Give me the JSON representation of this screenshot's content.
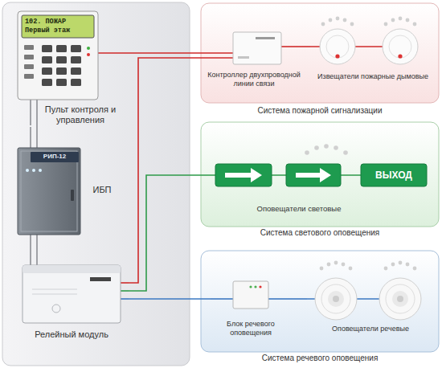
{
  "diagram": {
    "nodes": [
      {
        "text": [
          "Пульт контроля и управления"
        ]
      },
      {
        "text": [
          "РИП-12",
          "ИБП"
        ]
      },
      {
        "text": [
          "Релейный модуль"
        ]
      },
      {
        "text": [
          "Система пожарной сигнализации"
        ]
      },
      {
        "text": [
          "Контроллер двухпроводной линии связи"
        ],
        "in": 3
      },
      {
        "text": [
          "Извещатели пожарные дымовые"
        ],
        "in": 3
      },
      {
        "text": [
          "Система светового оповещения"
        ]
      },
      {
        "text": [
          "Оповещатели световые"
        ],
        "in": 6
      },
      {
        "text": [
          "Система речевого оповещения"
        ]
      },
      {
        "text": [
          "Блок речевого оповещения"
        ],
        "in": 8
      },
      {
        "text": [
          "Оповещатели речевые"
        ],
        "in": 8
      }
    ],
    "edges": [
      {
        "from": 0,
        "to": 1,
        "arrow": "none"
      },
      {
        "from": 1,
        "to": 2,
        "arrow": "none"
      },
      {
        "from": 0,
        "to": 4,
        "arrow": "none"
      },
      {
        "from": 2,
        "to": 4,
        "arrow": "none"
      },
      {
        "from": 4,
        "to": 5,
        "arrow": "none"
      },
      {
        "from": 2,
        "to": 7,
        "arrow": "none"
      },
      {
        "from": 2,
        "to": 9,
        "arrow": "none"
      },
      {
        "from": 9,
        "to": 10,
        "arrow": "none"
      }
    ],
    "labels": [
      "102. ПОЖАР",
      "Первый этаж",
      "ВЫХОД"
    ]
  }
}
